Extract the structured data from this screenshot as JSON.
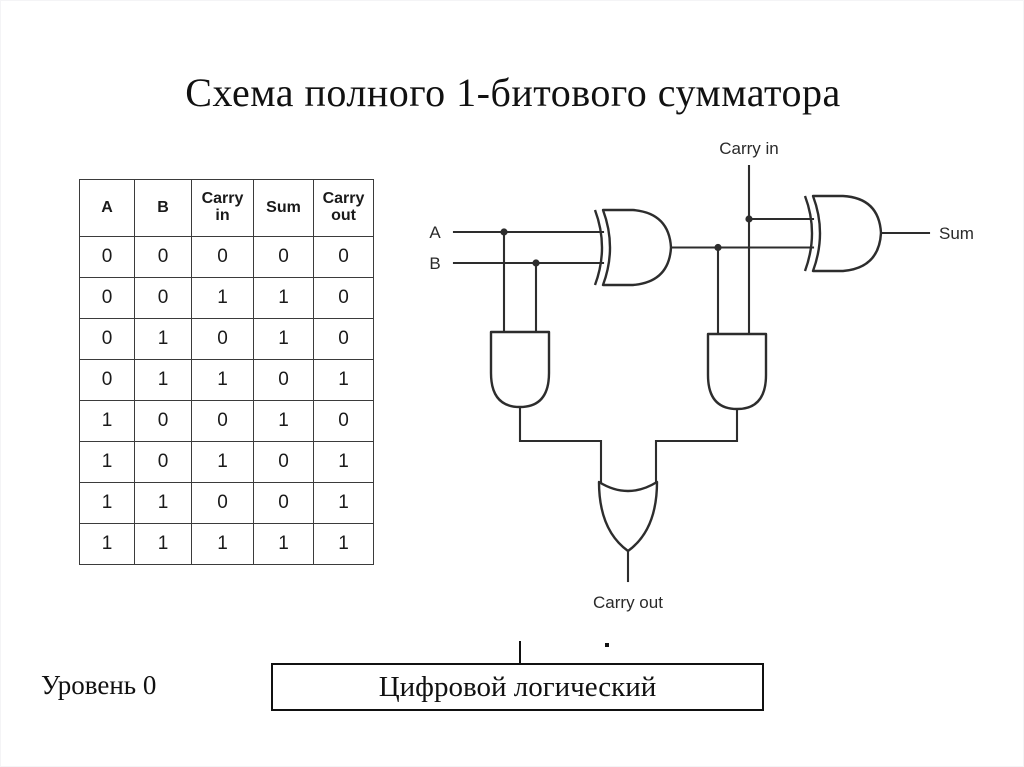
{
  "title": "Схема полного 1-битового сумматора",
  "truth_table": {
    "headers": [
      {
        "line1": "A",
        "line2": ""
      },
      {
        "line1": "B",
        "line2": ""
      },
      {
        "line1": "Carry",
        "line2": "in"
      },
      {
        "line1": "Sum",
        "line2": ""
      },
      {
        "line1": "Carry",
        "line2": "out"
      }
    ],
    "rows": [
      [
        "0",
        "0",
        "0",
        "0",
        "0"
      ],
      [
        "0",
        "0",
        "1",
        "1",
        "0"
      ],
      [
        "0",
        "1",
        "0",
        "1",
        "0"
      ],
      [
        "0",
        "1",
        "1",
        "0",
        "1"
      ],
      [
        "1",
        "0",
        "0",
        "1",
        "0"
      ],
      [
        "1",
        "0",
        "1",
        "0",
        "1"
      ],
      [
        "1",
        "1",
        "0",
        "0",
        "1"
      ],
      [
        "1",
        "1",
        "1",
        "1",
        "1"
      ]
    ]
  },
  "circuit": {
    "labels": {
      "input_a": "A",
      "input_b": "B",
      "carry_in": "Carry in",
      "sum": "Sum",
      "carry_out": "Carry out"
    },
    "gates": [
      {
        "id": "xor1",
        "type": "XOR",
        "orientation": "right"
      },
      {
        "id": "xor2",
        "type": "XOR",
        "orientation": "right"
      },
      {
        "id": "and1",
        "type": "AND",
        "orientation": "down"
      },
      {
        "id": "and2",
        "type": "AND",
        "orientation": "down"
      },
      {
        "id": "or1",
        "type": "OR",
        "orientation": "down"
      }
    ],
    "line_color": "#2d2d2d"
  },
  "footer": {
    "level_label": "Уровень 0",
    "layer_box_label": "Цифровой логический"
  }
}
